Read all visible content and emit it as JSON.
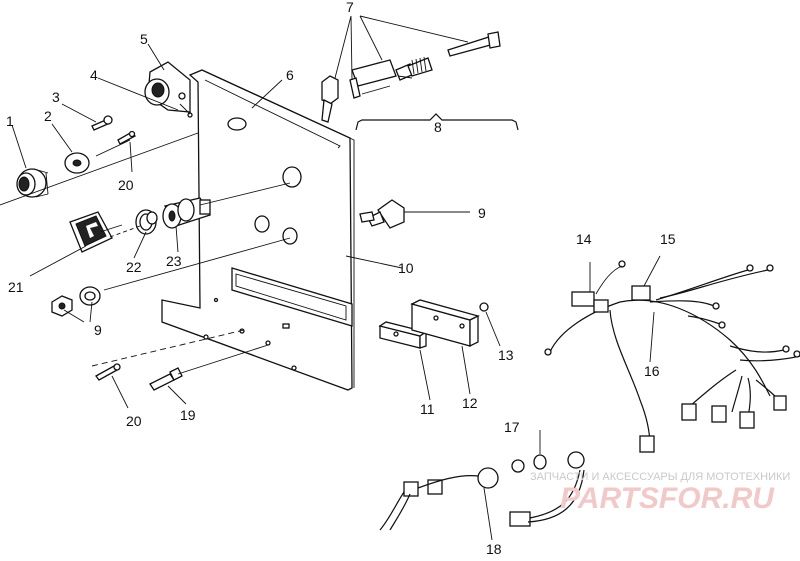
{
  "callouts": [
    {
      "id": "c1",
      "text": "1"
    },
    {
      "id": "c2",
      "text": "2"
    },
    {
      "id": "c3",
      "text": "3"
    },
    {
      "id": "c4",
      "text": "4"
    },
    {
      "id": "c5",
      "text": "5"
    },
    {
      "id": "c6",
      "text": "6"
    },
    {
      "id": "c7",
      "text": "7"
    },
    {
      "id": "c8",
      "text": "8"
    },
    {
      "id": "c9a",
      "text": "9"
    },
    {
      "id": "c9b",
      "text": "9"
    },
    {
      "id": "c10",
      "text": "10"
    },
    {
      "id": "c11",
      "text": "11"
    },
    {
      "id": "c12",
      "text": "12"
    },
    {
      "id": "c13",
      "text": "13"
    },
    {
      "id": "c14",
      "text": "14"
    },
    {
      "id": "c15",
      "text": "15"
    },
    {
      "id": "c16",
      "text": "16"
    },
    {
      "id": "c17",
      "text": "17"
    },
    {
      "id": "c18",
      "text": "18"
    },
    {
      "id": "c19",
      "text": "19"
    },
    {
      "id": "c20a",
      "text": "20"
    },
    {
      "id": "c20b",
      "text": "20"
    },
    {
      "id": "c21",
      "text": "21"
    },
    {
      "id": "c22",
      "text": "22"
    },
    {
      "id": "c23",
      "text": "23"
    }
  ],
  "watermark": {
    "subtitle": "ЗАПЧАСТИ И АКСЕССУАРЫ ДЛЯ МОТОТЕХНИКИ",
    "brand": "PARTSFOR.RU"
  }
}
